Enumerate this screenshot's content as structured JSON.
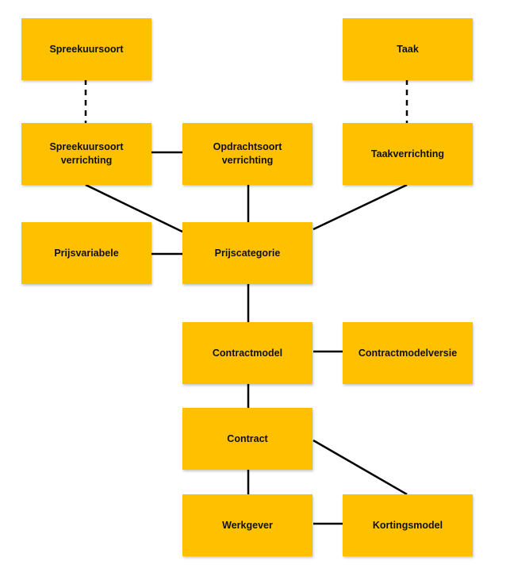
{
  "colors": {
    "node_fill": "#FFC000",
    "edge": "#000000",
    "text": "#111111"
  },
  "entities": {
    "spreekuursoort": "Spreekuursoort",
    "taak": "Taak",
    "spreekuursoort_verrichting": "Spreekuursoort\nverrichting",
    "opdrachtsoort_verrichting": "Opdrachtsoort\nverrichting",
    "taakverrichting": "Taakverrichting",
    "prijsvariabele": "Prijsvariabele",
    "prijscategorie": "Prijscategorie",
    "contractmodel": "Contractmodel",
    "contractmodelversie": "Contractmodelversie",
    "contract": "Contract",
    "werkgever": "Werkgever",
    "kortingsmodel": "Kortingsmodel"
  },
  "relations": [
    {
      "from": "spreekuursoort",
      "to": "spreekuursoort_verrichting",
      "style": "dashed"
    },
    {
      "from": "taak",
      "to": "taakverrichting",
      "style": "dashed"
    },
    {
      "from": "spreekuursoort_verrichting",
      "to": "opdrachtsoort_verrichting",
      "style": "solid"
    },
    {
      "from": "spreekuursoort_verrichting",
      "to": "prijscategorie",
      "style": "solid"
    },
    {
      "from": "opdrachtsoort_verrichting",
      "to": "prijscategorie",
      "style": "solid"
    },
    {
      "from": "taakverrichting",
      "to": "prijscategorie",
      "style": "solid"
    },
    {
      "from": "prijsvariabele",
      "to": "prijscategorie",
      "style": "solid"
    },
    {
      "from": "prijscategorie",
      "to": "contractmodel",
      "style": "solid"
    },
    {
      "from": "contractmodel",
      "to": "contractmodelversie",
      "style": "solid"
    },
    {
      "from": "contractmodel",
      "to": "contract",
      "style": "solid"
    },
    {
      "from": "contract",
      "to": "werkgever",
      "style": "solid"
    },
    {
      "from": "contract",
      "to": "kortingsmodel",
      "style": "solid"
    },
    {
      "from": "werkgever",
      "to": "kortingsmodel",
      "style": "solid"
    }
  ]
}
